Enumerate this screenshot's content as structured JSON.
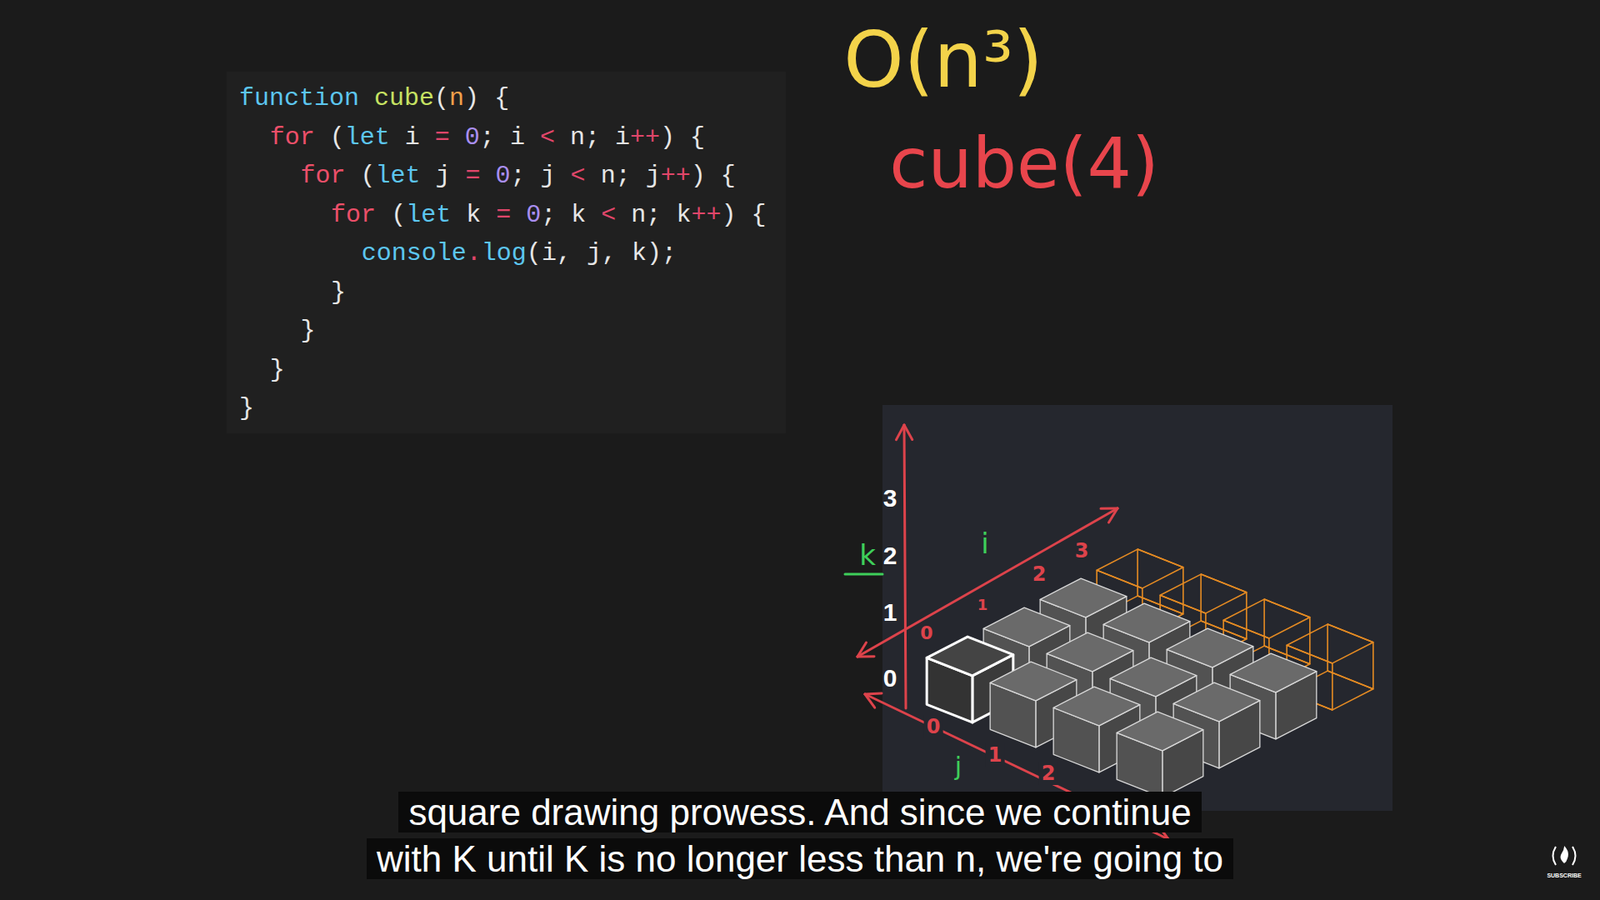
{
  "diagram": {
    "caption": "square drawing prowess. And since we continue with K until K is no longer less than n, we're going to",
    "nodes": [
      {
        "text": [
          "function cube(n) {",
          "for (let i = 0; i < n; i++) {",
          "for (let j = 0; j < n; j++) {",
          "for (let k = 0; k < n; k++) {",
          "console.log(i, j, k);",
          "}",
          "}",
          "}",
          "}"
        ]
      }
    ],
    "labels": [
      "O(n³)",
      "cube(4)",
      "3",
      "2",
      "1",
      "0",
      "k",
      "i",
      "0",
      "1",
      "2",
      "3",
      "0",
      "1",
      "2",
      "j",
      "SUBSCRIBE"
    ]
  }
}
